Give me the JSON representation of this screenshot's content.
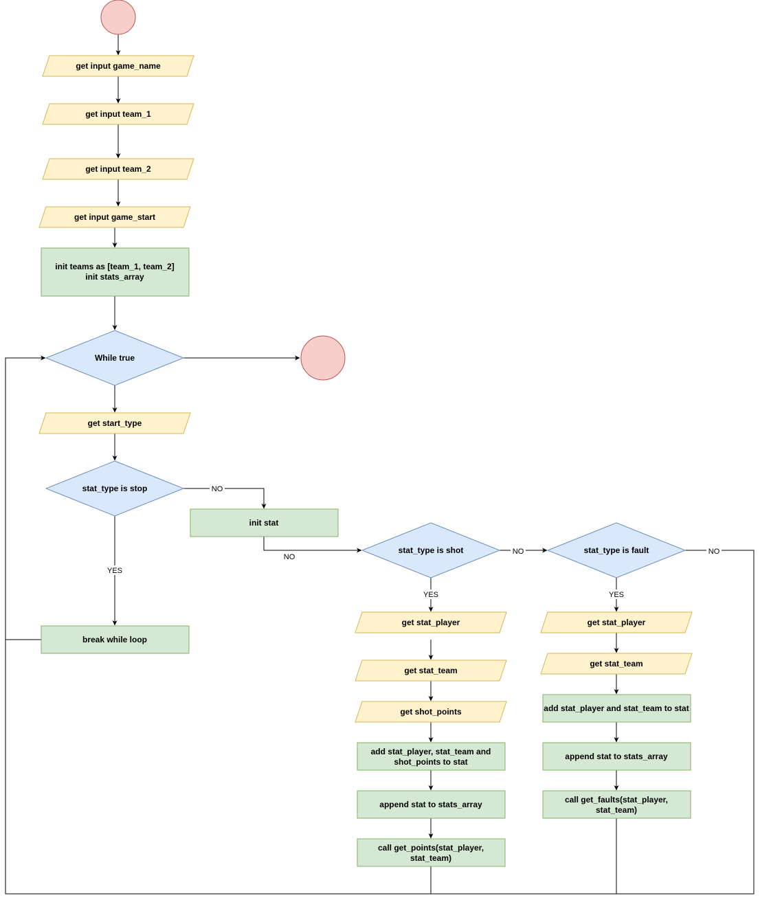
{
  "nodes": {
    "start": "",
    "game_name": "get input game_name",
    "team_1": "get input team_1",
    "team_2": "get input team_2",
    "game_start": "get input game_start",
    "init_teams": [
      "init teams as [team_1, team_2]",
      "init stats_array"
    ],
    "while_true": "While true",
    "end": "",
    "start_type": "get start_type",
    "is_stop": "stat_type is stop",
    "break_loop": "break while loop",
    "init_stat": "init stat",
    "is_shot": "stat_type is shot",
    "is_fault": "stat_type is fault",
    "shot_player": "get stat_player",
    "shot_team": "get stat_team",
    "shot_points": "get shot_points",
    "shot_add": [
      "add stat_player, stat_team and",
      "shot_points to stat"
    ],
    "shot_append": "append stat to stats_array",
    "shot_call": [
      "call get_points(stat_player,",
      "stat_team)"
    ],
    "fault_player": "get stat_player",
    "fault_team": "get stat_team",
    "fault_add": "add stat_player and stat_team to stat",
    "fault_append": "append stat to stats_array",
    "fault_call": [
      "call get_faults(stat_player,",
      "stat_team)"
    ]
  },
  "edge_labels": {
    "stop_no": "NO",
    "stop_yes": "YES",
    "init_no": "NO",
    "shot_no": "NO",
    "shot_yes": "YES",
    "fault_no": "NO",
    "fault_yes": "YES"
  }
}
